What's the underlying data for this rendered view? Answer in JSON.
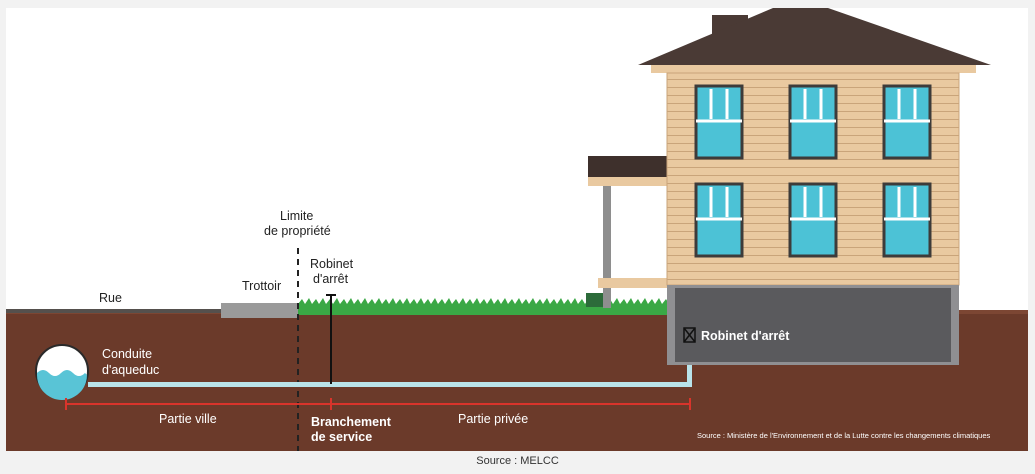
{
  "labels": {
    "rue": "Rue",
    "trottoir": "Trottoir",
    "limite_line1": "Limite",
    "limite_line2": "de propriété",
    "robinet_small_line1": "Robinet",
    "robinet_small_line2": "d'arrêt",
    "conduite_line1": "Conduite",
    "conduite_line2": "d'aqueduc",
    "partie_ville": "Partie ville",
    "branchement_line1": "Branchement",
    "branchement_line2": "de service",
    "partie_privee": "Partie privée",
    "robinet_house": "Robinet d'arrêt",
    "source_in_figure": "Source : Ministère de l'Environnement et de la Lutte contre les changements climatiques"
  },
  "caption": "Source : MELCC",
  "icons": [
    "water-main-icon",
    "shutoff-valve-icon",
    "house-illustration"
  ],
  "colors": {
    "sky": "#ffffff",
    "soil": "#6b3a2a",
    "soil_light": "#7c4633",
    "grass": "#3aa845",
    "water_pipe": "#b9e3ea",
    "pipe_water": "#59c4d6",
    "siding": "#e9c9a0",
    "roof": "#4a3a35",
    "window": "#4cc2d6",
    "foundation": "#5a5a5d",
    "measure_red": "#d9342b"
  }
}
